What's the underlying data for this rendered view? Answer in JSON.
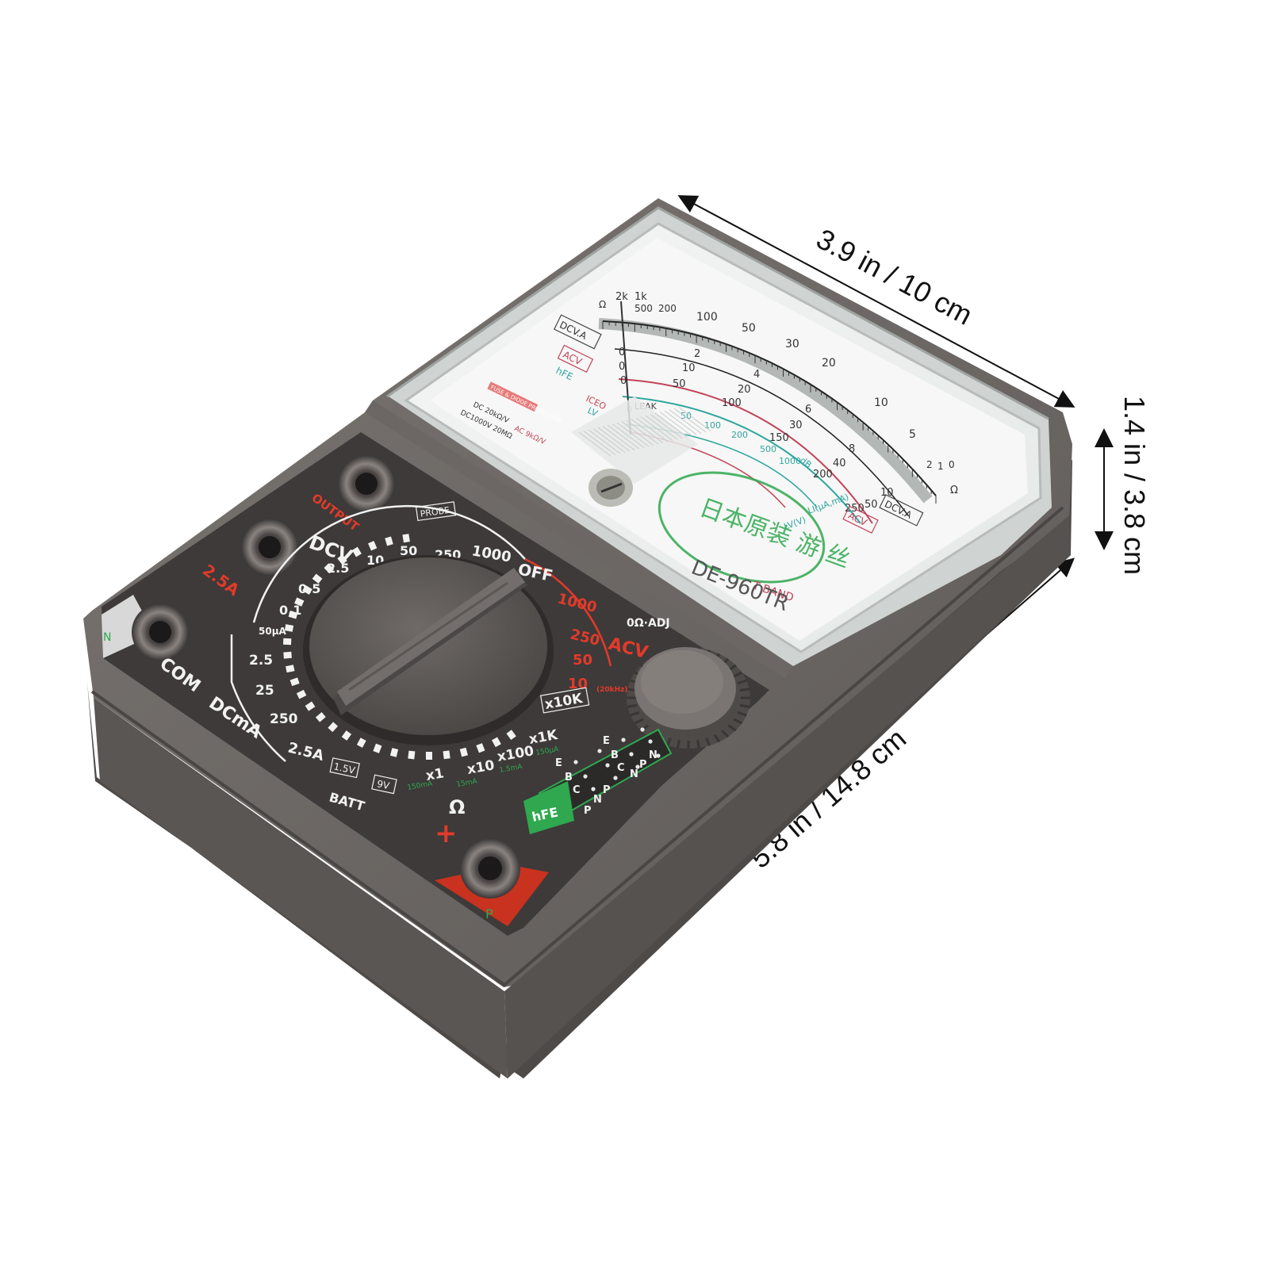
{
  "dimensions": {
    "width": "3.9 in / 10 cm",
    "depth": "1.4 in / 3.8 cm",
    "length": "5.8 in / 14.8 cm"
  },
  "meter": {
    "model": "DE-960TR",
    "seal_text": "日本原装 游 丝",
    "band": "T BAND",
    "scale_labels": {
      "dcva": "DCV.A",
      "acv": "ACV",
      "hfe": "hFE",
      "iceo": "ICEO",
      "lv": "LV",
      "leak": "LEAK",
      "omega": "Ω",
      "lv_units": "LV(V)",
      "li_units": "LI(μA,mA)",
      "db": "dB",
      "dcva_right": "DCV.A",
      "acv_right": "ACV"
    },
    "ohm_scale": [
      "2k",
      "1k",
      "500",
      "200",
      "100",
      "50",
      "30",
      "20",
      "10",
      "5",
      "2",
      "1",
      "0"
    ],
    "dc_scale": [
      "0",
      "2",
      "4",
      "6",
      "8",
      "10"
    ],
    "dc_scale_mid": [
      "0",
      "10",
      "20",
      "30",
      "40",
      "50"
    ],
    "dc_scale_big": [
      "0",
      "50",
      "100",
      "150",
      "200",
      "250"
    ],
    "hfe_scale": [
      "0",
      "50",
      "100",
      "200",
      "500",
      "1000"
    ],
    "small_print": [
      "DC 20kΩ/V",
      "DC1000V 20MΩ",
      "AC 9kΩ/V"
    ],
    "protection": "FUSE & DIODE PROTECTION"
  },
  "panel": {
    "output": "OUTPUT",
    "a25": "2.5A",
    "n": "N",
    "com": "COM",
    "p": "P",
    "plus": "+",
    "probe": "PROBE",
    "off": "OFF",
    "ohm_adj": "0Ω·ADJ",
    "dcv": "DCV",
    "dcv_ranges": [
      "0.1",
      "0.5",
      "2.5",
      "10",
      "50",
      "250",
      "1000"
    ],
    "acv": "ACV",
    "acv_ranges": [
      "1000",
      "250",
      "50",
      "10"
    ],
    "acv_note": "(20kHz)",
    "dcma": "DCmA",
    "dcma_ranges": [
      "50μA",
      "2.5",
      "25",
      "250",
      "2.5A"
    ],
    "ohm": "Ω",
    "ohm_ranges": [
      "x10K",
      "x1K",
      "x100",
      "x10",
      "x1"
    ],
    "ohm_currents": [
      "150μA",
      "1.5mA",
      "15mA",
      "150mA"
    ],
    "batt": "BATT",
    "batt_ranges": [
      "1.5V",
      "9V"
    ],
    "hfe": "hFE",
    "hfe_sockets": [
      "E",
      "B",
      "C",
      "E",
      "B",
      "C"
    ],
    "hfe_types": [
      "N",
      "P",
      "N",
      "P",
      "N",
      "P"
    ]
  },
  "colors": {
    "body": "#6e6966",
    "panel": "#3d3a39",
    "accent_red": "#e23a2a",
    "accent_green": "#2fa84f"
  }
}
